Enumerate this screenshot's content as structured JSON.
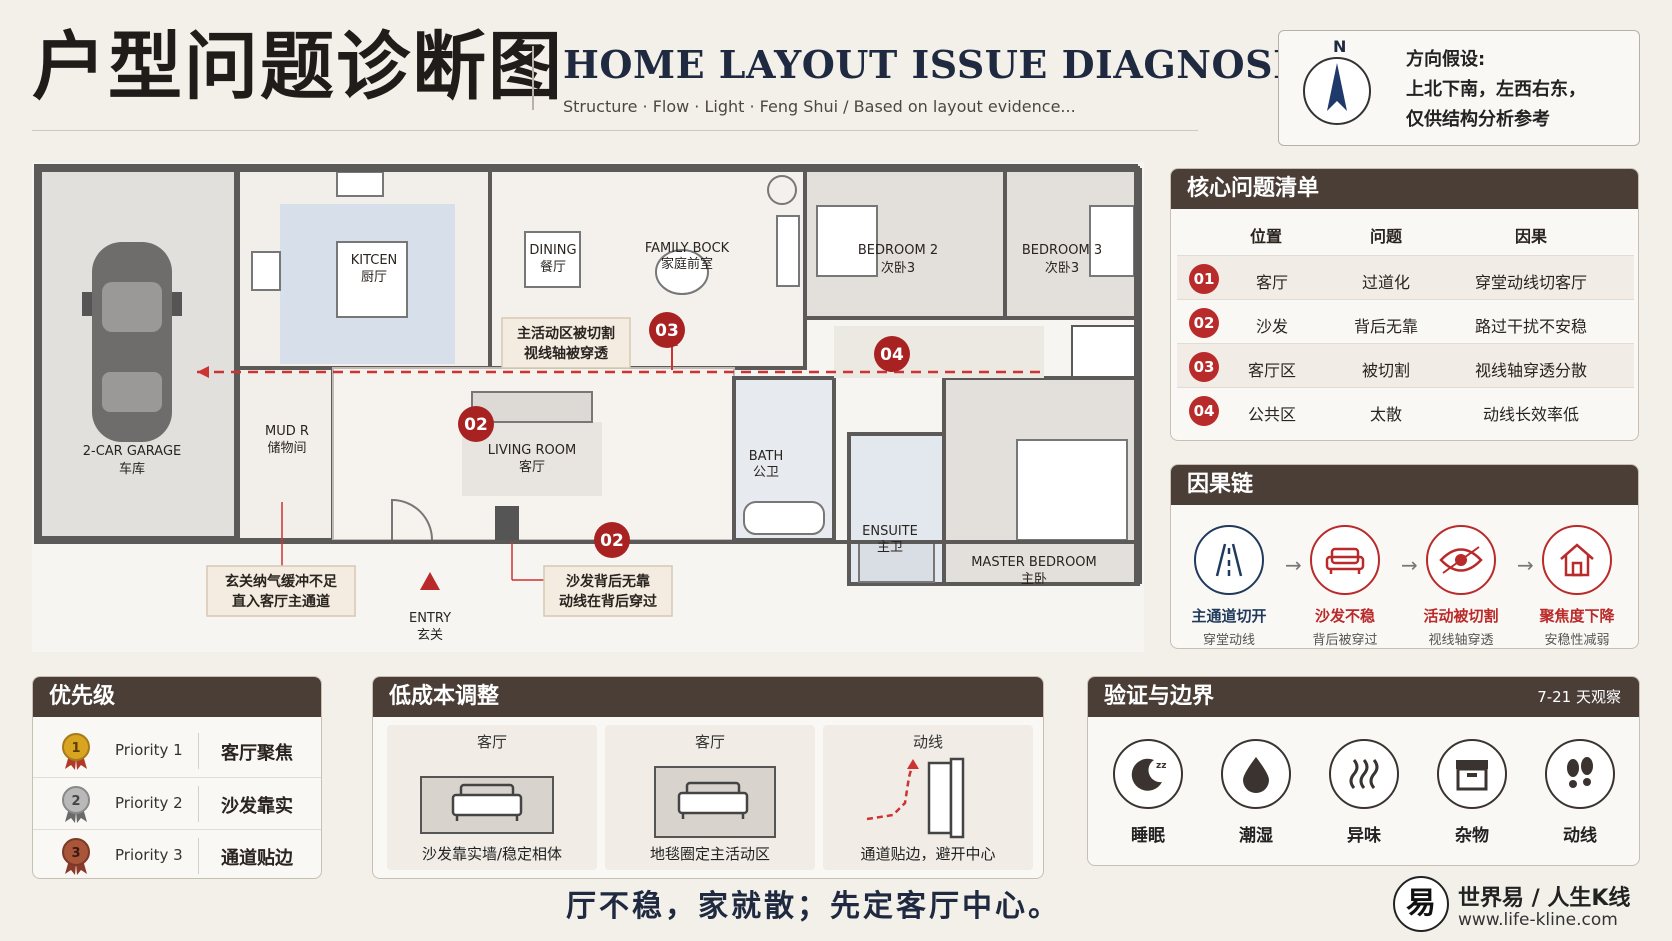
{
  "header": {
    "title_cn": "户型问题诊断图",
    "title_en": "HOME LAYOUT ISSUE DIAGNOSIS",
    "subtitle": "Structure · Flow · Light · Feng Shui / Based on layout evidence..."
  },
  "compass": {
    "north_label": "N",
    "title": "方向假设:",
    "line1": "上北下南，左西右东，",
    "line2": "仅供结构分析参考"
  },
  "floor_plan": {
    "rooms": {
      "garage": {
        "en": "2-CAR GARAGE",
        "cn": "车库"
      },
      "kitchen": {
        "en": "KITCEN",
        "cn": "厨厅"
      },
      "dining": {
        "en": "DINING",
        "cn": "餐厅"
      },
      "family": {
        "en": "FAMILY BOCK",
        "cn": "家庭前室"
      },
      "bedroom2": {
        "en": "BEDROOM 2",
        "cn": "次卧3"
      },
      "bedroom3": {
        "en": "BEDROOM 3",
        "cn": "次卧3"
      },
      "mud": {
        "en": "MUD R",
        "cn": "储物间"
      },
      "living": {
        "en": "LIVING ROOM",
        "cn": "客厅"
      },
      "bath": {
        "en": "BATH",
        "cn": "公卫"
      },
      "ensuite": {
        "en": "ENSUITE",
        "cn": "主卫"
      },
      "master": {
        "en": "MASTER BEDROOM",
        "cn": "主卧"
      },
      "entry": {
        "en": "ENTRY",
        "cn": "玄关"
      }
    },
    "markers": [
      "02",
      "03",
      "04",
      "02"
    ],
    "callouts": {
      "main": [
        "主活动区被切割",
        "视线轴被穿透"
      ],
      "entry": [
        "玄关纳气缓冲不足",
        "直入客厅主通道"
      ],
      "sofa": [
        "沙发背后无靠",
        "动线在背后穿过"
      ]
    }
  },
  "issues": {
    "title": "核心问题清单",
    "headers": [
      "位置",
      "问题",
      "因果"
    ],
    "rows": [
      {
        "num": "01",
        "location": "客厅",
        "problem": "过道化",
        "cause": "穿堂动线切客厅"
      },
      {
        "num": "02",
        "location": "沙发",
        "problem": "背后无靠",
        "cause": "路过干扰不安稳"
      },
      {
        "num": "03",
        "location": "客厅区",
        "problem": "被切割",
        "cause": "视线轴穿透分散"
      },
      {
        "num": "04",
        "location": "公共区",
        "problem": "太散",
        "cause": "动线长效率低"
      }
    ]
  },
  "causal_chain": {
    "title": "因果链",
    "items": [
      {
        "label": "主通道切开",
        "sub": "穿堂动线",
        "icon": "path-icon"
      },
      {
        "label": "沙发不稳",
        "sub": "背后被穿过",
        "icon": "sofa-icon"
      },
      {
        "label": "活动被切割",
        "sub": "视线轴穿透",
        "icon": "eye-icon"
      },
      {
        "label": "聚焦度下降",
        "sub": "安稳性减弱",
        "icon": "home-icon"
      }
    ]
  },
  "priority": {
    "title": "优先级",
    "items": [
      {
        "label": "Priority 1",
        "value": "客厅聚焦",
        "rank": "1",
        "color": "#d9a521"
      },
      {
        "label": "Priority 2",
        "value": "沙发靠实",
        "rank": "2",
        "color": "#a3a3a3"
      },
      {
        "label": "Priority 3",
        "value": "通道贴边",
        "rank": "3",
        "color": "#a8553a"
      }
    ]
  },
  "low_cost": {
    "title": "低成本调整",
    "cards": [
      {
        "title": "客厅",
        "caption": "沙发靠实墙/稳定相体"
      },
      {
        "title": "客厅",
        "caption": "地毯圈定主活动区"
      },
      {
        "title": "动线",
        "caption": "通道贴边，避开中心"
      }
    ]
  },
  "verify": {
    "title": "验证与边界",
    "note": "7-21 天观察",
    "items": [
      {
        "label": "睡眠",
        "icon": "moon-icon"
      },
      {
        "label": "潮湿",
        "icon": "drop-icon"
      },
      {
        "label": "异味",
        "icon": "odor-icon"
      },
      {
        "label": "杂物",
        "icon": "box-icon"
      },
      {
        "label": "动线",
        "icon": "footprints-icon"
      }
    ]
  },
  "footer": {
    "slogan": "厅不稳，家就散；先定客厅中心。",
    "brand_logo": "易",
    "brand_name": "世界易 / 人生K线",
    "brand_url": "www.life-kline.com"
  }
}
